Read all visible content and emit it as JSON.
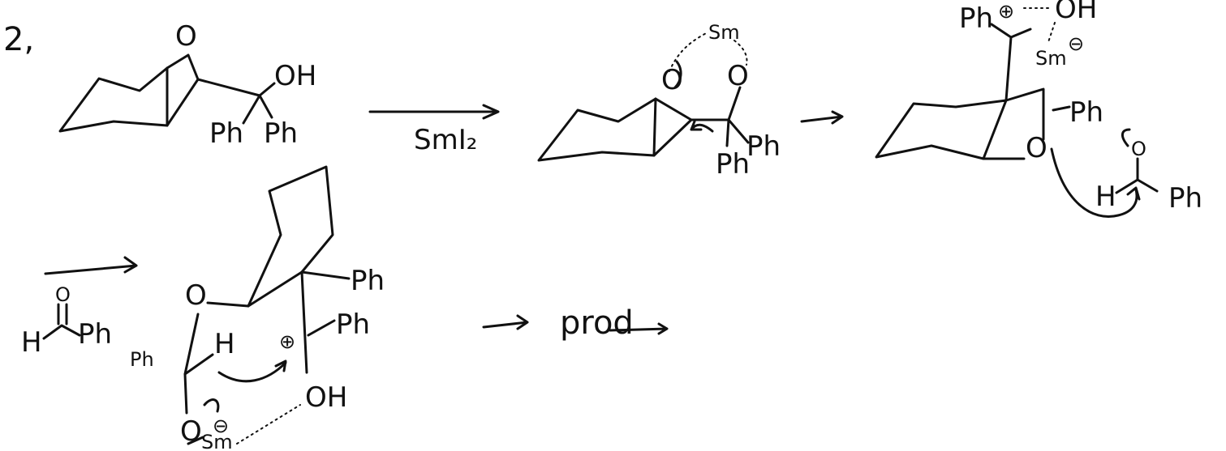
{
  "step_number": "2,",
  "labels": {
    "o": "O",
    "oh": "OH",
    "ph": "Ph",
    "sm": "Sm",
    "h": "H",
    "reagent": "SmI₂",
    "plus": "⊕",
    "minus": "⊖",
    "product": "prod"
  },
  "colors": {
    "ink": "#111111",
    "background": "#ffffff"
  }
}
